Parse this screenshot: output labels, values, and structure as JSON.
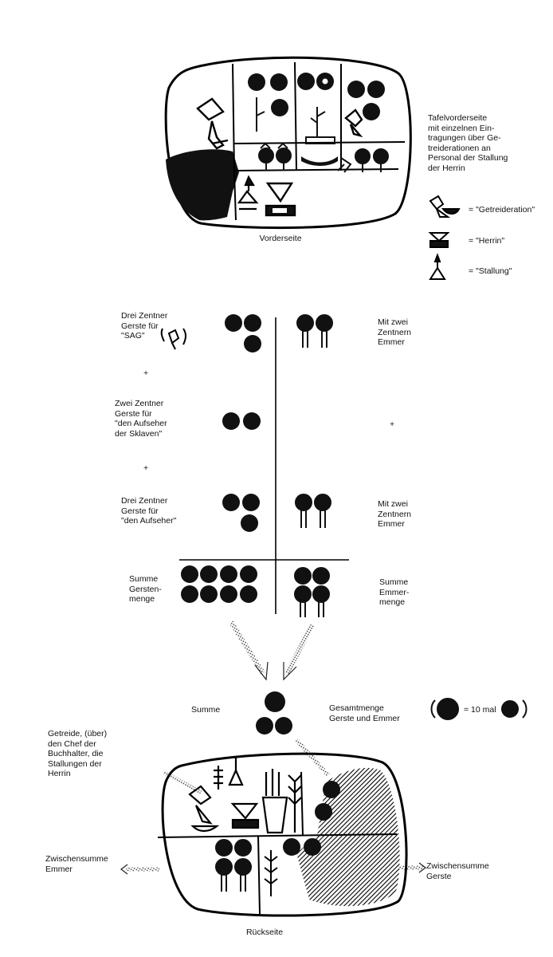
{
  "front_tablet": {
    "caption": "Vorderseite",
    "description": "Tafelvorderseite\nmit einzelnen Ein-\ntragungen über Ge-\ntreiderationen an\nPersonal der Stallung\nder Herrin"
  },
  "legend": [
    {
      "icon": "grain-ration-sign-icon",
      "label": "= \"Getreideration\""
    },
    {
      "icon": "lady-sign-icon",
      "label": "= \"Herrin\""
    },
    {
      "icon": "stable-sign-icon",
      "label": "= \"Stallung\""
    }
  ],
  "entries": {
    "row1_left": "Drei Zentner\nGerste für\n\"SAG\"",
    "row1_right": "Mit zwei\nZentnern\nEmmer",
    "plus1": "+",
    "row2_left": "Zwei Zentner\nGerste für\n\"den Aufseher\nder Sklaven\"",
    "plus2": "+",
    "plus_right": "+",
    "row3_left": "Drei Zentner\nGerste für\n\"den Aufseher\"",
    "row3_right": "Mit zwei\nZentnern\nEmmer",
    "sum_left": "Summe\nGersten-\nmenge",
    "sum_right": "Summe\nEmmer-\nmenge"
  },
  "total": {
    "label": "Summe",
    "description": "Gesamtmenge\nGerste und Emmer",
    "equivalence": "= 10 mal"
  },
  "back_tablet": {
    "caption": "Rückseite",
    "top_note": "Getreide, (über)\nden Chef der\nBuchhalter, die\nStallungen der\nHerrin",
    "left_note": "Zwischensumme\nEmmer",
    "right_note": "Zwischensumme\nGerste"
  }
}
